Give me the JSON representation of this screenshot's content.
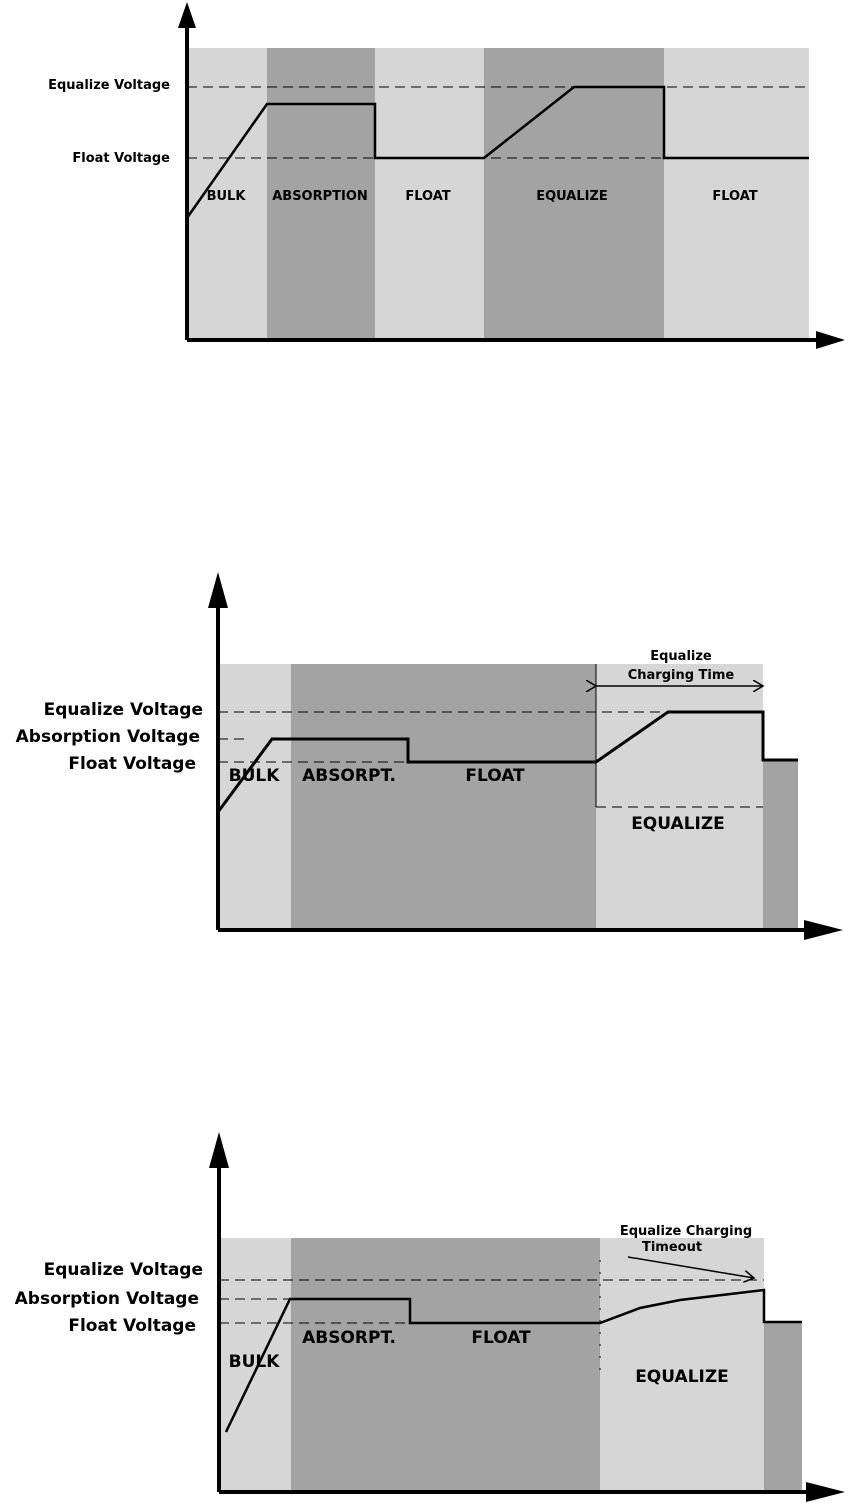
{
  "diagram1": {
    "labels": {
      "equalize_voltage": "Equalize Voltage",
      "float_voltage": "Float Voltage"
    },
    "stages": [
      "BULK",
      "ABSORPTION",
      "FLOAT",
      "EQUALIZE",
      "FLOAT"
    ]
  },
  "diagram2": {
    "labels": {
      "equalize_voltage": "Equalize Voltage",
      "absorption_voltage": "Absorption Voltage",
      "float_voltage": "Float Voltage"
    },
    "stages": [
      "BULK",
      "ABSORPT.",
      "FLOAT",
      "EQUALIZE"
    ],
    "annotation_line1": "Equalize",
    "annotation_line2": "Charging Time"
  },
  "diagram3": {
    "labels": {
      "equalize_voltage": "Equalize Voltage",
      "absorption_voltage": "Absorption Voltage",
      "float_voltage": "Float Voltage"
    },
    "stages": [
      "BULK",
      "ABSORPT.",
      "FLOAT",
      "EQUALIZE"
    ],
    "annotation_line1": "Equalize Charging",
    "annotation_line2": "Timeout"
  },
  "colors": {
    "light_band": "#d6d6d6",
    "dark_band": "#a3a3a3",
    "line": "#000000"
  }
}
